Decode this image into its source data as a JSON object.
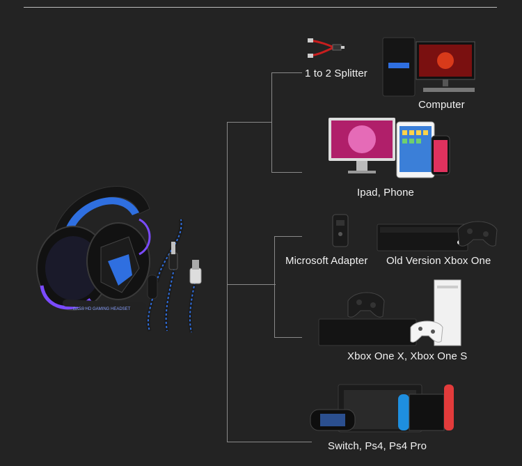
{
  "labels": {
    "splitter": "1 to 2 Splitter",
    "computer": "Computer",
    "ipad_phone": "Ipad, Phone",
    "ms_adapter": "Microsoft Adapter",
    "old_xbox": "Old Version Xbox One",
    "xbox_xs": "Xbox One X, Xbox One S",
    "switch_ps": "Switch, Ps4, Ps4 Pro"
  },
  "headset": {
    "text": "BASS HD GAMING HEADSET"
  },
  "colors": {
    "background": "#232323",
    "accent_blue": "#2f6fe0",
    "accent_purple": "#7b4bff",
    "line": "#8a8a8a"
  }
}
